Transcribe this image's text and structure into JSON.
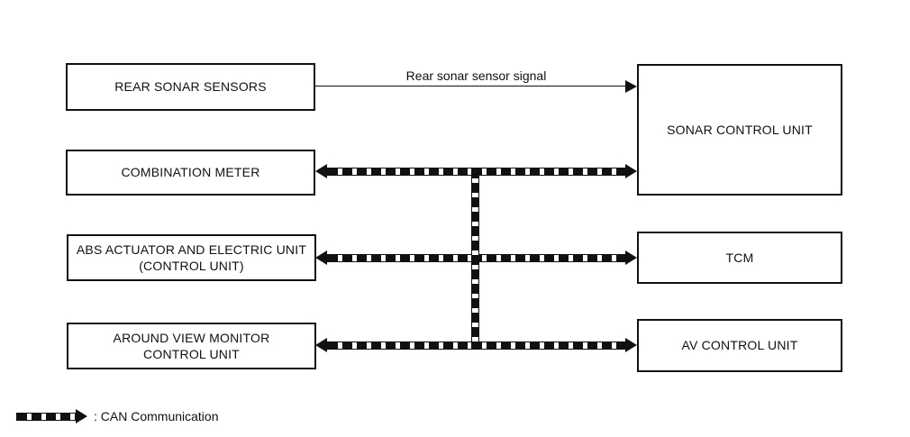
{
  "diagram": {
    "boxes": {
      "rear_sonar_sensors": "REAR SONAR SENSORS",
      "combination_meter": "COMBINATION METER",
      "abs_actuator": "ABS ACTUATOR AND ELECTRIC UNIT\n(CONTROL UNIT)",
      "around_view_monitor": "AROUND VIEW MONITOR\nCONTROL UNIT",
      "sonar_control_unit": "SONAR CONTROL UNIT",
      "tcm": "TCM",
      "av_control_unit": "AV CONTROL UNIT"
    },
    "signal_arrow_label": "Rear sonar sensor signal",
    "legend_label": ": CAN Communication",
    "connections": [
      {
        "from": "REAR SONAR SENSORS",
        "to": "SONAR CONTROL UNIT",
        "type": "signal",
        "label": "Rear sonar sensor signal",
        "direction": "one-way"
      },
      {
        "from": "COMBINATION METER",
        "to": "SONAR CONTROL UNIT",
        "type": "CAN Communication",
        "direction": "two-way"
      },
      {
        "from": "ABS ACTUATOR AND ELECTRIC UNIT (CONTROL UNIT)",
        "to": "TCM",
        "type": "CAN Communication",
        "direction": "two-way"
      },
      {
        "from": "AROUND VIEW MONITOR CONTROL UNIT",
        "to": "AV CONTROL UNIT",
        "type": "CAN Communication",
        "direction": "two-way"
      }
    ],
    "colors": {
      "line": "#111111",
      "background": "#ffffff"
    }
  }
}
